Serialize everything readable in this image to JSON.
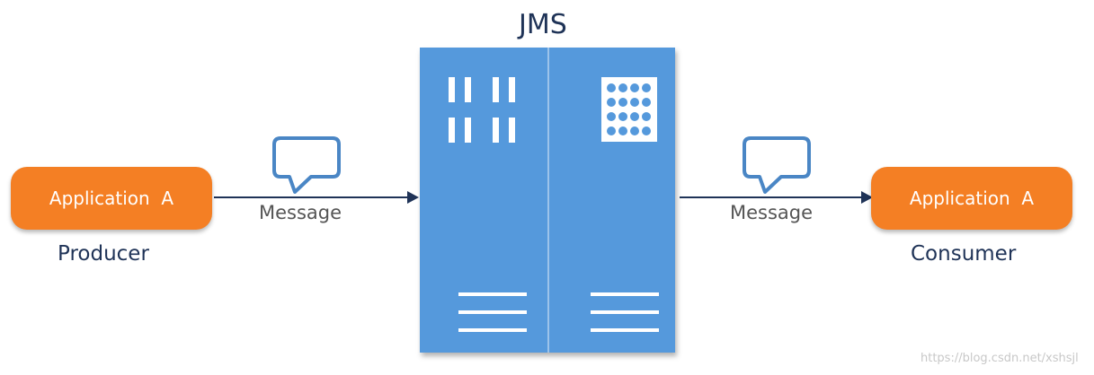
{
  "title": "JMS",
  "producer": {
    "box_label": "Application  A",
    "role_label": "Producer"
  },
  "consumer": {
    "box_label": "Application  A",
    "role_label": "Consumer"
  },
  "message_left": "Message",
  "message_right": "Message",
  "watermark": "https://blog.csdn.net/xshsjl",
  "colors": {
    "app_box": "#f47f24",
    "server": "#5599dc",
    "text_dark": "#1f3357",
    "arrow": "#1f3357",
    "bubble": "#4a86c5"
  }
}
